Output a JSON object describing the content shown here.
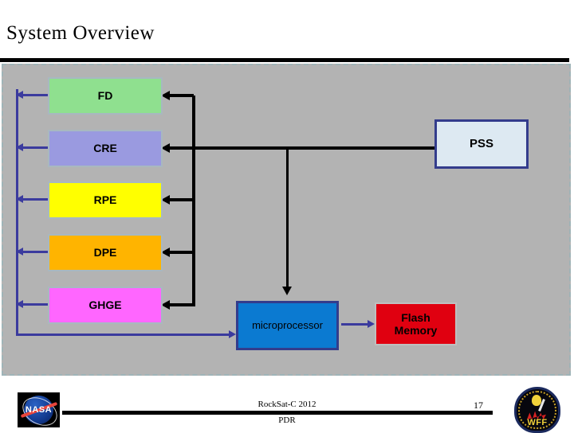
{
  "slide": {
    "title": "System Overview",
    "background_color": "#ffffff",
    "panel_color": "#b3b3b3"
  },
  "diagram": {
    "nodes": [
      {
        "id": "fd",
        "label": "FD",
        "fill": "#8fe08f",
        "border": "#a8b8c0"
      },
      {
        "id": "cre",
        "label": "CRE",
        "fill": "#9a9ae0",
        "border": "#a8b8c0"
      },
      {
        "id": "rpe",
        "label": "RPE",
        "fill": "#ffff00",
        "border": "#a8b8c0"
      },
      {
        "id": "dpe",
        "label": "DPE",
        "fill": "#ffb400",
        "border": "#a8b8c0"
      },
      {
        "id": "ghge",
        "label": "GHGE",
        "fill": "#ff66ff",
        "border": "#a8b8c0"
      },
      {
        "id": "pss",
        "label": "PSS",
        "fill": "#dde9f2",
        "border": "#333c8c"
      },
      {
        "id": "micro",
        "label": "microprocessor",
        "fill": "#0b7ad1",
        "border": "#333c8c"
      },
      {
        "id": "flash",
        "label": "Flash\nMemory",
        "fill": "#e00010",
        "border": "#bfbfbf"
      }
    ],
    "flash_line1": "Flash",
    "flash_line2": "Memory",
    "edges": [
      {
        "from": "pss",
        "to": "fd",
        "color": "#000000"
      },
      {
        "from": "pss",
        "to": "cre",
        "color": "#000000"
      },
      {
        "from": "pss",
        "to": "rpe",
        "color": "#000000"
      },
      {
        "from": "pss",
        "to": "dpe",
        "color": "#000000"
      },
      {
        "from": "pss",
        "to": "ghge",
        "color": "#000000"
      },
      {
        "from": "pss",
        "to": "micro",
        "color": "#000000"
      },
      {
        "from": "fd",
        "to": "bus",
        "color": "#3b3b9e"
      },
      {
        "from": "cre",
        "to": "bus",
        "color": "#3b3b9e"
      },
      {
        "from": "rpe",
        "to": "bus",
        "color": "#3b3b9e"
      },
      {
        "from": "dpe",
        "to": "bus",
        "color": "#3b3b9e"
      },
      {
        "from": "ghge",
        "to": "bus",
        "color": "#3b3b9e"
      },
      {
        "from": "bus",
        "to": "micro",
        "color": "#3b3b9e"
      },
      {
        "from": "micro",
        "to": "flash",
        "color": "#3b3b9e"
      }
    ]
  },
  "footer": {
    "line1": "RockSat-C 2012",
    "line2": "PDR",
    "page_number": "17",
    "nasa_logo_text": "NASA",
    "wff_logo_text": "WFF"
  }
}
